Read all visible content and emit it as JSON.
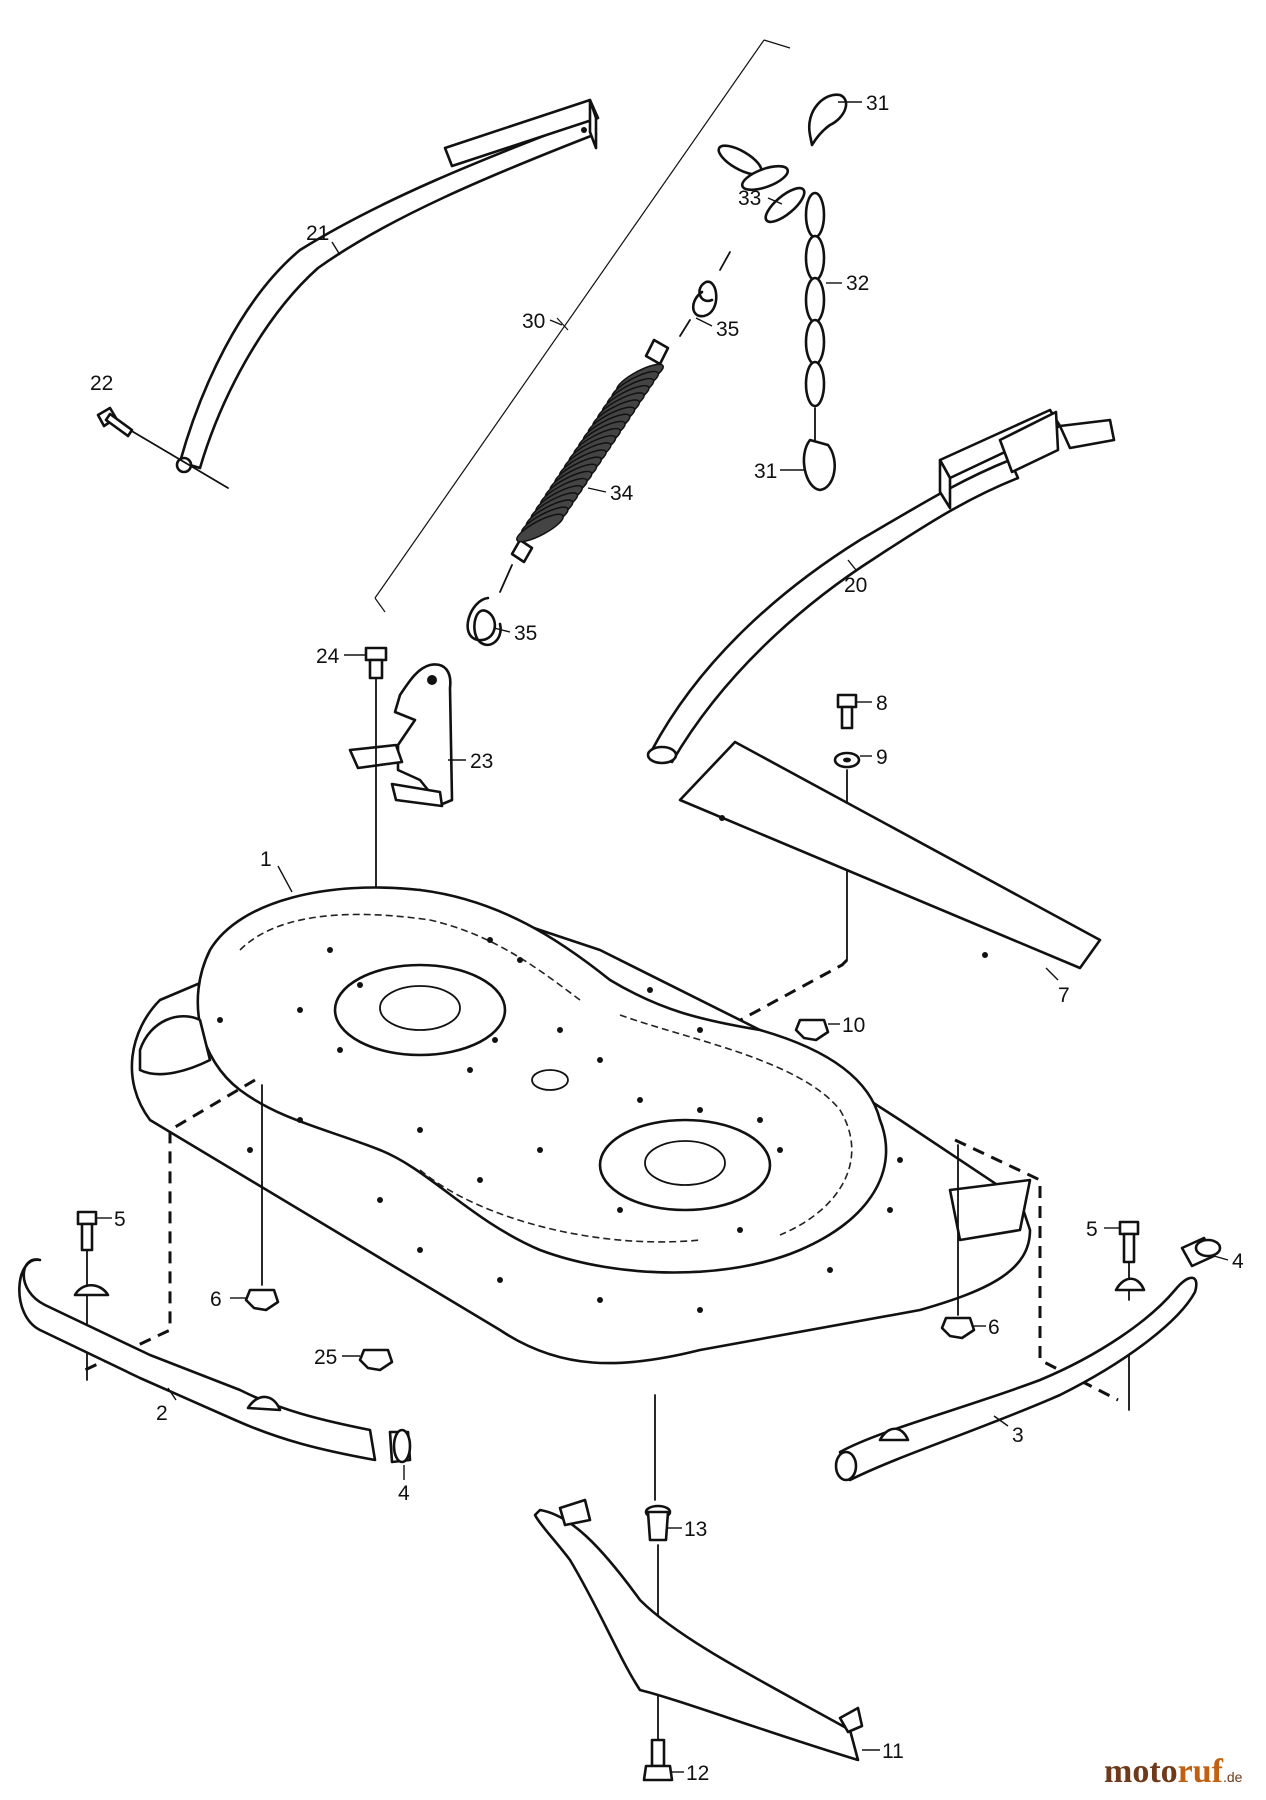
{
  "diagram": {
    "callouts": {
      "c1": "1",
      "c2": "2",
      "c3": "3",
      "c4a": "4",
      "c4b": "4",
      "c5a": "5",
      "c5b": "5",
      "c6a": "6",
      "c6b": "6",
      "c7": "7",
      "c8": "8",
      "c9": "9",
      "c10": "10",
      "c11": "11",
      "c12": "12",
      "c13": "13",
      "c20": "20",
      "c21": "21",
      "c22": "22",
      "c23": "23",
      "c24": "24",
      "c25": "25",
      "c30": "30",
      "c31a": "31",
      "c31b": "31",
      "c32": "32",
      "c33": "33",
      "c34": "34",
      "c35a": "35",
      "c35b": "35"
    }
  },
  "logo": {
    "brand_a": "moto",
    "brand_b": "ruf",
    "suffix": ".de"
  },
  "colors": {
    "logo_dark": "#6e3a1a",
    "logo_orange": "#c06010",
    "line": "#111111"
  }
}
